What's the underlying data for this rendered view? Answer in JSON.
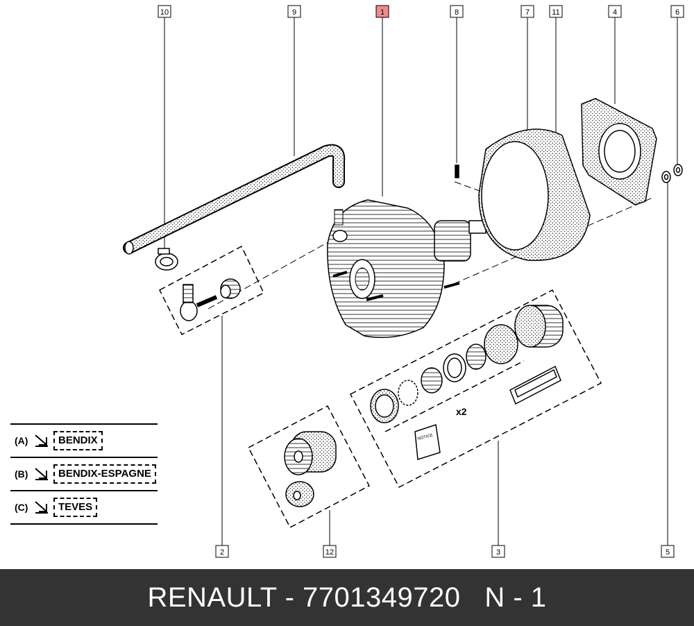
{
  "callouts": [
    "10",
    "9",
    "1",
    "8",
    "7",
    "11",
    "4",
    "6",
    "2",
    "12",
    "3",
    "5"
  ],
  "highlight_color": "#f28b8b",
  "kit_label": "x2",
  "booklet_label": "NOTICE",
  "legend": [
    {
      "code": "(A)",
      "name": "BENDIX"
    },
    {
      "code": "(B)",
      "name": "BENDIX-ESPAGNE"
    },
    {
      "code": "(C)",
      "name": "TEVES"
    }
  ],
  "footer": {
    "text": "RENAULT - 7701349720   N - 1",
    "background": "#333333"
  }
}
